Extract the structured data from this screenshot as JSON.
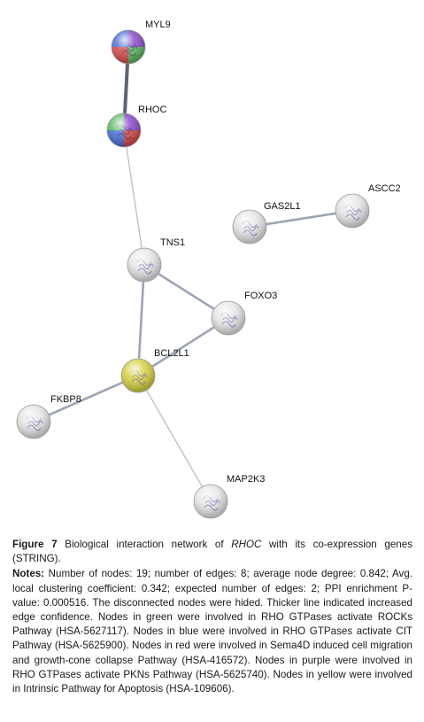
{
  "figure": {
    "nodes": [
      {
        "id": "MYL9",
        "label": "MYL9",
        "colors": [
          "#8a4bc9",
          "#5dbb63",
          "#d94b4b",
          "#4a6fd6"
        ]
      },
      {
        "id": "RHOC",
        "label": "RHOC",
        "colors": [
          "#8a4bc9",
          "#d94b4b",
          "#4a6fd6",
          "#5dbb63"
        ]
      },
      {
        "id": "GAS2L1",
        "label": "GAS2L1",
        "colors": [
          "#e6e6e6"
        ]
      },
      {
        "id": "ASCC2",
        "label": "ASCC2",
        "colors": [
          "#e6e6e6"
        ]
      },
      {
        "id": "TNS1",
        "label": "TNS1",
        "colors": [
          "#e6e6e6"
        ]
      },
      {
        "id": "FOXO3",
        "label": "FOXO3",
        "colors": [
          "#e6e6e6"
        ]
      },
      {
        "id": "BCL2L1",
        "label": "BCL2L1",
        "colors": [
          "#d6d040"
        ]
      },
      {
        "id": "FKBP8",
        "label": "FKBP8",
        "colors": [
          "#e6e6e6"
        ]
      },
      {
        "id": "MAP2K3",
        "label": "MAP2K3",
        "colors": [
          "#e6e6e6"
        ]
      }
    ],
    "edges": [
      {
        "source": "MYL9",
        "target": "RHOC",
        "confidence": "high"
      },
      {
        "source": "RHOC",
        "target": "TNS1",
        "confidence": "low"
      },
      {
        "source": "GAS2L1",
        "target": "ASCC2",
        "confidence": "medium"
      },
      {
        "source": "TNS1",
        "target": "FOXO3",
        "confidence": "medium"
      },
      {
        "source": "TNS1",
        "target": "BCL2L1",
        "confidence": "medium"
      },
      {
        "source": "FOXO3",
        "target": "BCL2L1",
        "confidence": "medium"
      },
      {
        "source": "BCL2L1",
        "target": "FKBP8",
        "confidence": "medium"
      },
      {
        "source": "BCL2L1",
        "target": "MAP2K3",
        "confidence": "low"
      }
    ]
  },
  "caption": {
    "figure_label": "Figure 7",
    "title_pre": " Biological interaction network of ",
    "title_gene": "RHOC",
    "title_post": " with its co-expression genes (STRING).",
    "notes_label": "Notes:",
    "notes_text": " Number of nodes: 19; number of edges: 8; average node degree: 0.842; Avg. local clustering coefficient: 0.342; expected number of edges: 2; PPI enrichment P-value: 0.000516. The disconnected nodes were hided. Thicker line indicated increased edge confidence. Nodes in green were involved in RHO GTPases activate ROCKs Pathway (HSA-5627117). Nodes in blue were involved in RHO GTPases activate CIT Pathway (HSA-5625900). Nodes in red were involved in Sema4D induced cell migration and growth-cone collapse Pathway (HSA-416572). Nodes in purple were involved in RHO GTPases activate PKNs Pathway (HSA-5625740). Nodes in yellow were involved in Intrinsic Pathway for Apoptosis (HSA-109606)."
  }
}
